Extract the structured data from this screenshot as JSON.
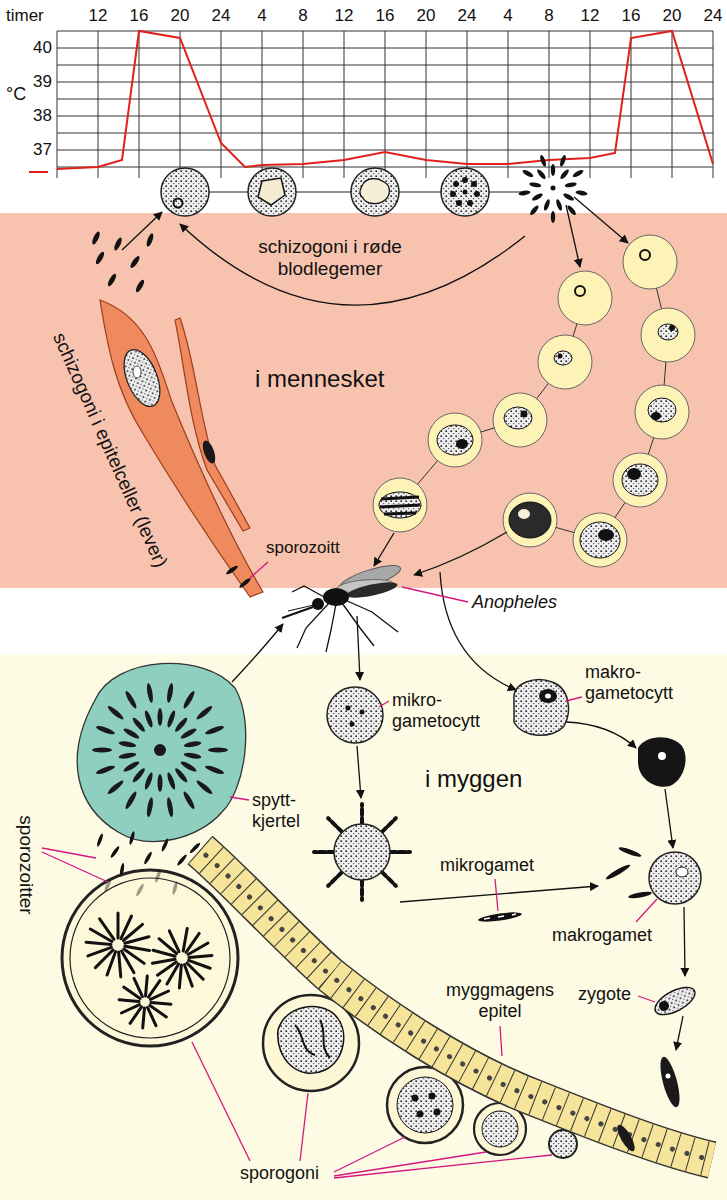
{
  "diagram": {
    "nodes": [
      {
        "text": [
          "i mennesket"
        ]
      },
      {
        "text": [
          "i myggen"
        ]
      }
    ],
    "labels": [
      "timer",
      "12",
      "16",
      "20",
      "24",
      "4",
      "8",
      "12",
      "16",
      "20",
      "24",
      "4",
      "8",
      "12",
      "16",
      "20",
      "24",
      "°C",
      "40",
      "39",
      "38",
      "37",
      "schizogoni i røde blodlegemer",
      "schizogoni i epitelceller (lever)",
      "sporozoitt",
      "Anopheles",
      "mikro- gametocytt",
      "makro- gametocytt",
      "spytt- kjertel",
      "sporozoitter",
      "mikrogamet",
      "makrogamet",
      "zygote",
      "myggmagens epitel",
      "sporogoni"
    ]
  }
}
